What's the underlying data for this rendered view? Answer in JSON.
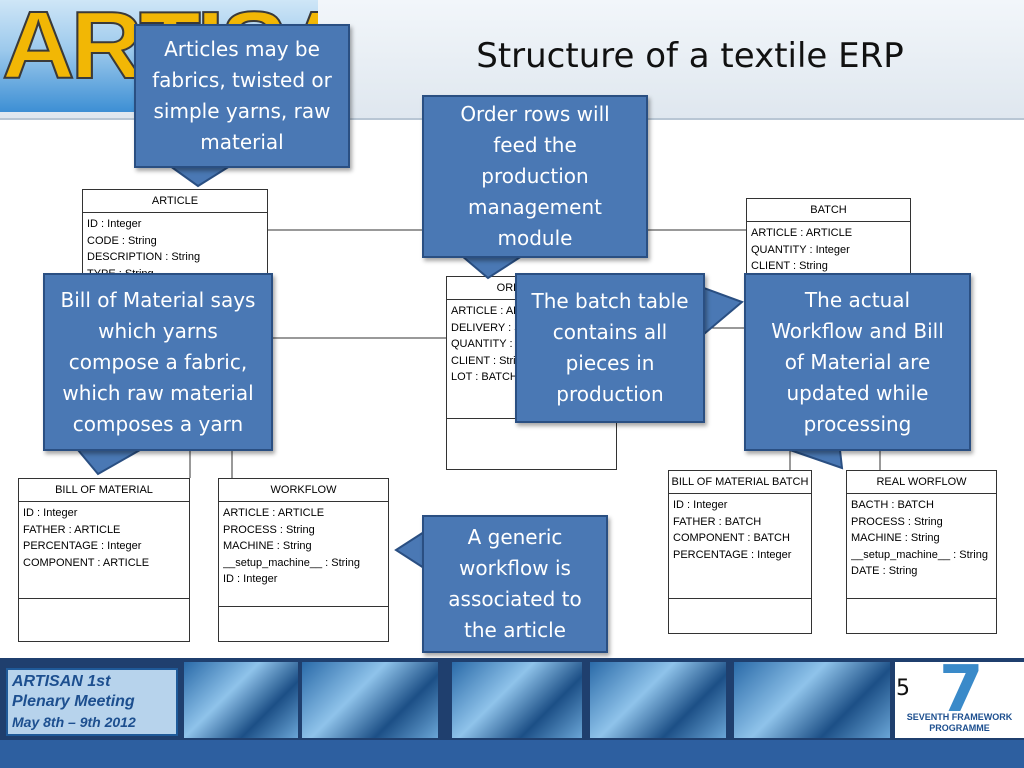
{
  "slide": {
    "title": "Structure of a textile ERP",
    "logo_text": "ARTISAN",
    "page_number": "5"
  },
  "callouts": {
    "articles": [
      "Articles may be",
      "fabrics, twisted or",
      "simple yarns, raw",
      "material"
    ],
    "order_rows": [
      "Order rows will",
      "feed the",
      "production",
      "management",
      "module"
    ],
    "bom": [
      "Bill of Material says",
      "which yarns",
      "compose a fabric,",
      "which raw material",
      "composes a yarn"
    ],
    "batch_table": [
      "The batch table",
      "contains all",
      "pieces in",
      "production"
    ],
    "actual_workflow": [
      "The actual",
      "Workflow and Bill",
      "of Material are",
      "updated while",
      "processing"
    ],
    "generic_workflow": [
      "A generic",
      "workflow is",
      "associated to",
      "the article"
    ]
  },
  "tables": {
    "article": {
      "name": "ARTICLE",
      "attributes": [
        "ID : Integer",
        "CODE : String",
        "DESCRIPTION : String",
        "TYPE : String"
      ]
    },
    "order_row": {
      "name": "ORDER ROW",
      "attributes": [
        "ARTICLE : ARTICLE",
        "DELIVERY : STRING",
        "QUANTITY : Integer",
        "CLIENT : String",
        "LOT : BATCH"
      ]
    },
    "batch": {
      "name": "BATCH",
      "attributes": [
        "ARTICLE : ARTICLE",
        "QUANTITY : Integer",
        "CLIENT : String"
      ]
    },
    "bill_of_material": {
      "name": "BILL OF MATERIAL",
      "attributes": [
        "ID : Integer",
        "FATHER : ARTICLE",
        "PERCENTAGE : Integer",
        "COMPONENT : ARTICLE"
      ]
    },
    "workflow": {
      "name": "WORKFLOW",
      "attributes": [
        "ARTICLE : ARTICLE",
        "PROCESS : String",
        "MACHINE : String",
        "__setup_machine__ : String",
        "ID : Integer"
      ]
    },
    "bom_batch": {
      "name": "BILL OF MATERIAL BATCH",
      "attributes": [
        "ID : Integer",
        "FATHER : BATCH",
        "COMPONENT : BATCH",
        "PERCENTAGE : Integer"
      ]
    },
    "real_workflow": {
      "name": "REAL WORFLOW",
      "attributes": [
        "BACTH : BATCH",
        "PROCESS : String",
        "MACHINE : String",
        "__setup_machine__ : String",
        "DATE : String"
      ]
    }
  },
  "footer": {
    "meeting_line1": "ARTISAN 1st",
    "meeting_line2": "Plenary Meeting",
    "meeting_date": "May  8th – 9th  2012",
    "fp7_line1": "SEVENTH FRAMEWORK",
    "fp7_line2": "PROGRAMME"
  },
  "colors": {
    "callout_fill": "#4a78b4",
    "callout_border": "#2a4f82",
    "logo_yellow": "#f2b705",
    "footer_blue": "#1f3f6e"
  }
}
